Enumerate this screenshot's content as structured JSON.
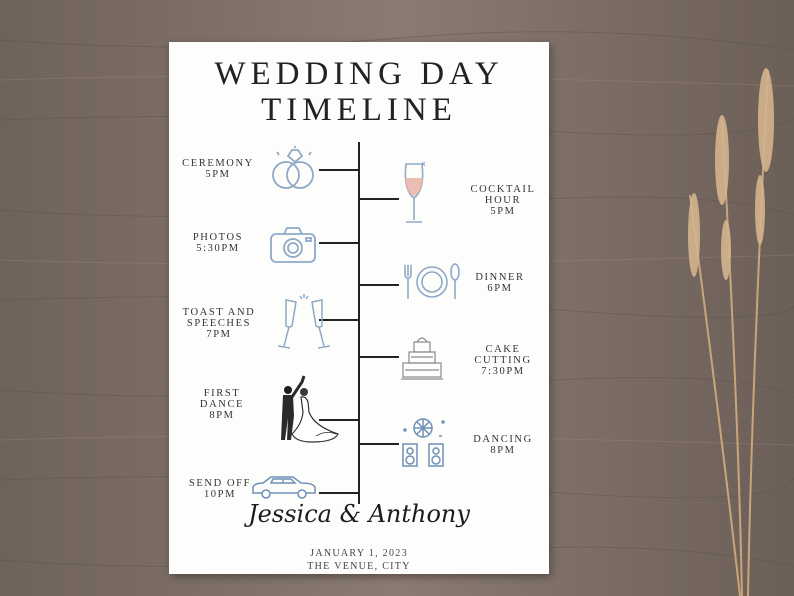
{
  "title": {
    "line1": "WEDDING DAY",
    "line2": "TIMELINE"
  },
  "events": [
    {
      "name": "CEREMONY",
      "time": "5PM",
      "icon": "wedding-rings-icon"
    },
    {
      "name": "COCKTAIL HOUR",
      "time": "5PM",
      "icon": "wine-glass-icon"
    },
    {
      "name": "PHOTOS",
      "time": "5:30PM",
      "icon": "camera-icon"
    },
    {
      "name": "DINNER",
      "time": "6PM",
      "icon": "plate-cutlery-icon"
    },
    {
      "name": "TOAST AND SPEECHES",
      "time": "7PM",
      "icon": "champagne-toast-icon"
    },
    {
      "name": "CAKE CUTTING",
      "time": "7:30PM",
      "icon": "wedding-cake-icon"
    },
    {
      "name": "FIRST DANCE",
      "time": "8PM",
      "icon": "dancing-couple-icon"
    },
    {
      "name": "DANCING",
      "time": "8PM",
      "icon": "disco-speakers-icon"
    },
    {
      "name": "SEND OFF",
      "time": "10PM",
      "icon": "car-icon"
    }
  ],
  "footer": {
    "names": "Jessica & Anthony",
    "date": "JANUARY 1, 2023",
    "venue": "THE VENUE, CITY"
  },
  "colors": {
    "icon_blue": "#8fa9c6",
    "ink": "#222222",
    "blush": "#e9b3a6"
  }
}
